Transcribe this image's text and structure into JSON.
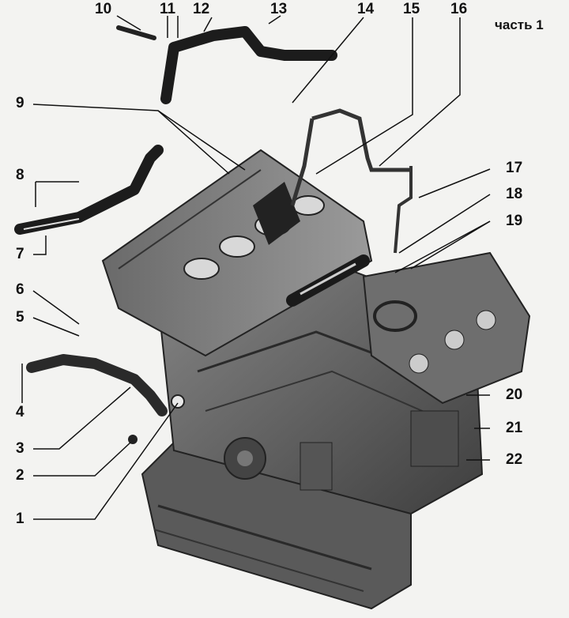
{
  "caption": "часть 1",
  "callouts": [
    "1",
    "2",
    "3",
    "4",
    "5",
    "6",
    "7",
    "8",
    "9",
    "10",
    "11",
    "12",
    "13",
    "14",
    "15",
    "16",
    "17",
    "18",
    "19",
    "20",
    "21",
    "22"
  ]
}
